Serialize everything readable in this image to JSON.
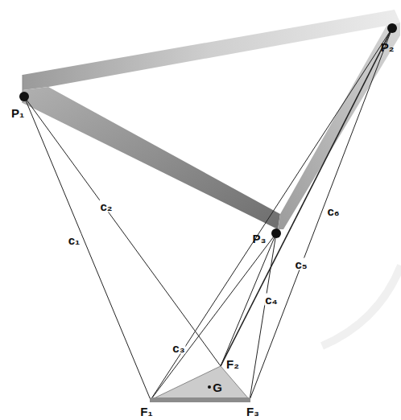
{
  "diagram": {
    "labels": [
      "P₁",
      "P₂",
      "P₃",
      "c₁",
      "c₂",
      "c₃",
      "c₄",
      "c₅",
      "c₆",
      "F₁",
      "F₂",
      "F₃",
      "G"
    ]
  }
}
